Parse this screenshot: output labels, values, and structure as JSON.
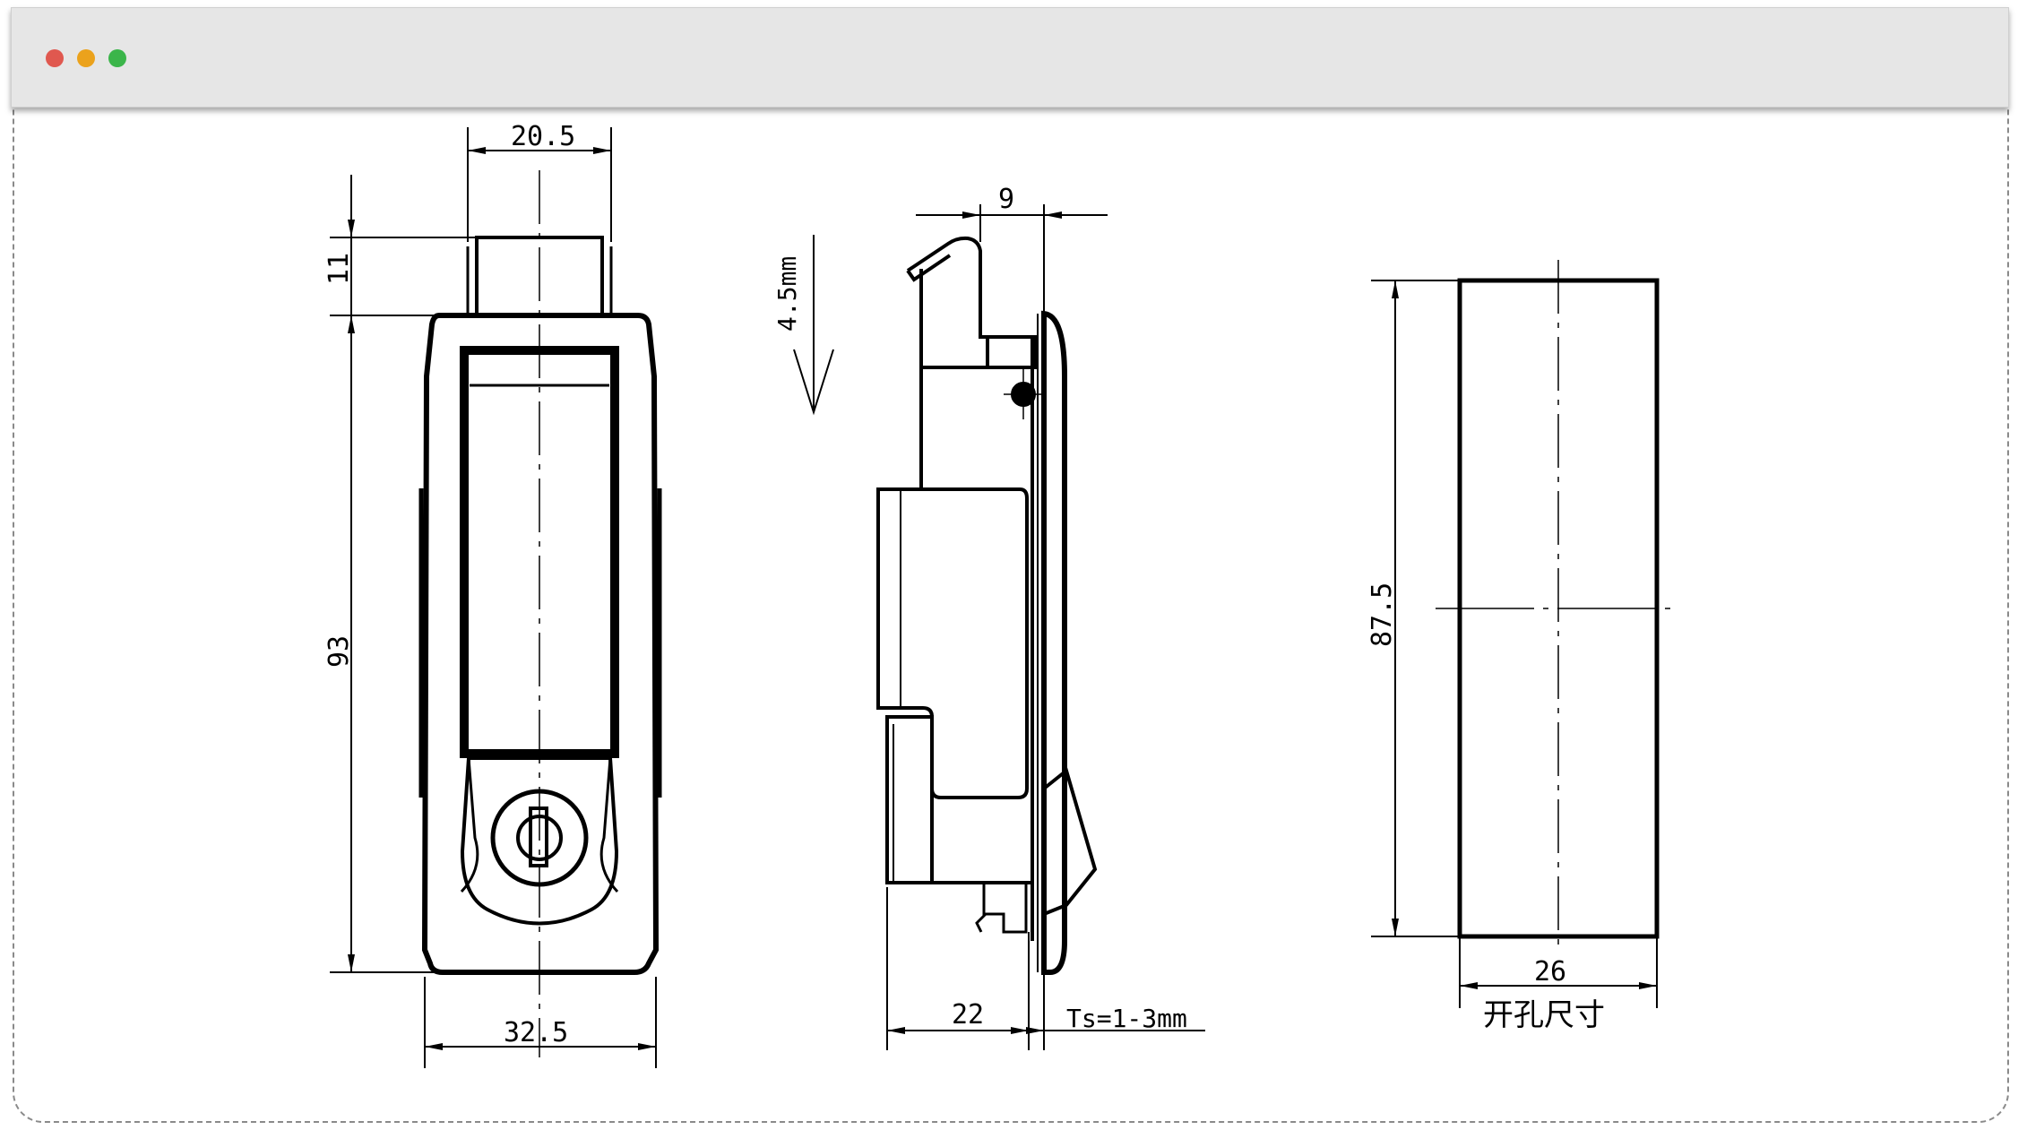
{
  "window": {
    "controls": [
      "close",
      "minimize",
      "maximize"
    ]
  },
  "drawing": {
    "front_view": {
      "dim_top_width": "20.5",
      "dim_top_height": "11",
      "dim_body_height": "93",
      "dim_body_width": "32.5"
    },
    "side_view": {
      "dim_handle_offset": "9",
      "dim_travel": "4.5mm",
      "dim_depth": "22",
      "dim_panel_thickness": "Ts=1-3mm"
    },
    "cutout": {
      "dim_height": "87.5",
      "dim_width": "26",
      "caption": "开孔尺寸"
    }
  }
}
